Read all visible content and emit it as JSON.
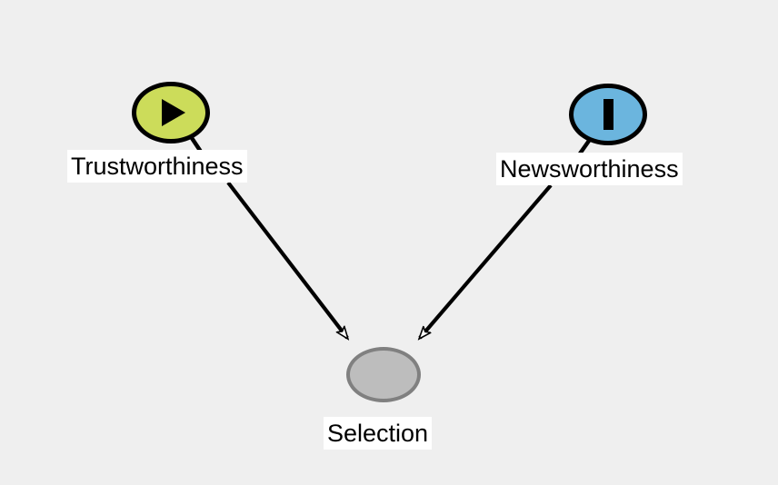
{
  "diagram": {
    "type": "causal-dag",
    "background_color": "#efefef",
    "nodes": [
      {
        "id": "trustworthiness",
        "label": "Trustworthiness",
        "role": "exposure",
        "glyph": "play-triangle-icon",
        "fill_color": "#ccdc5a",
        "stroke_color": "#000000"
      },
      {
        "id": "newsworthiness",
        "label": "Newsworthiness",
        "role": "outcome",
        "glyph": "vertical-bar-icon",
        "fill_color": "#6bb5de",
        "stroke_color": "#000000"
      },
      {
        "id": "selection",
        "label": "Selection",
        "role": "collider",
        "glyph": "none",
        "fill_color": "#bdbdbd",
        "stroke_color": "#808080"
      }
    ],
    "edges": [
      {
        "from": "trustworthiness",
        "to": "selection",
        "arrow": "open-triangle"
      },
      {
        "from": "newsworthiness",
        "to": "selection",
        "arrow": "open-triangle"
      }
    ]
  }
}
